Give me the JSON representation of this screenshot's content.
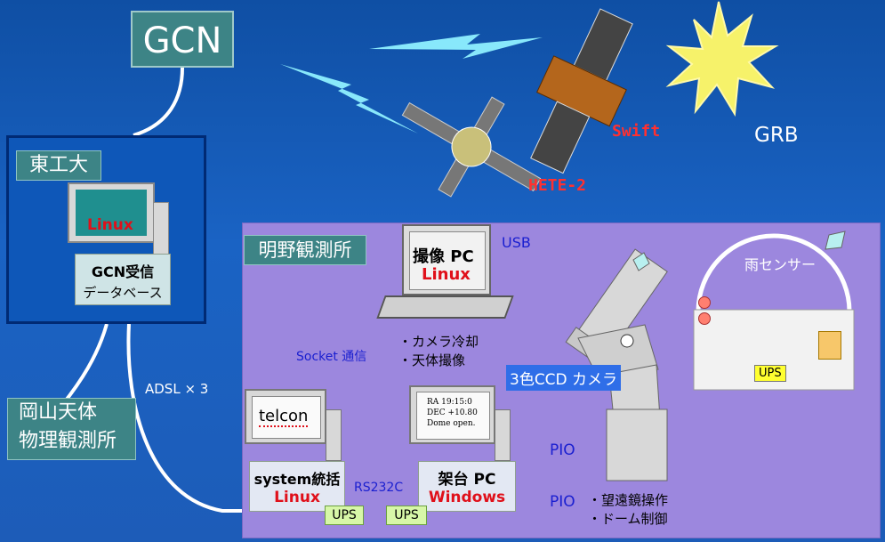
{
  "gcn": "GCN",
  "tokyo": {
    "label": "東工大",
    "os": "Linux",
    "db_line1": "GCN受信",
    "db_line2": "データベース"
  },
  "okayama": {
    "line1": "岡山天体",
    "line2": "物理観測所"
  },
  "adsl": "ADSL × 3",
  "satellites": {
    "swift": "Swift",
    "hete": "HETE-2",
    "grb": "GRB"
  },
  "akeno": {
    "label": "明野観測所",
    "camera_pc": {
      "title": "撮像 PC",
      "os": "Linux"
    },
    "usb": "USB",
    "rain_sensor": "雨センサー",
    "socket": "Socket 通信",
    "camera_tasks": [
      "・カメラ冷却",
      "・天体撮像"
    ],
    "ccd": "3色CCD カメラ",
    "telcon": "telcon",
    "screen_lines": [
      "RA 19:15:0",
      "DEC +10.80",
      "Dome open."
    ],
    "system_pc": {
      "title": "system統括",
      "os": "Linux"
    },
    "rack_pc": {
      "title": "架台 PC",
      "os": "Windows"
    },
    "rs232c": "RS232C",
    "pio1": "PIO",
    "pio2": "PIO",
    "pio_tasks": [
      "・望遠鏡操作",
      "・ドーム制御"
    ],
    "ups": [
      "UPS",
      "UPS",
      "UPS"
    ]
  },
  "colors": {
    "background": "#1a63c4",
    "label_teal": "#3d8486",
    "akeno_bg": "#9c87de",
    "os_red": "#e0101a",
    "link_blue": "#1a1fd0"
  }
}
